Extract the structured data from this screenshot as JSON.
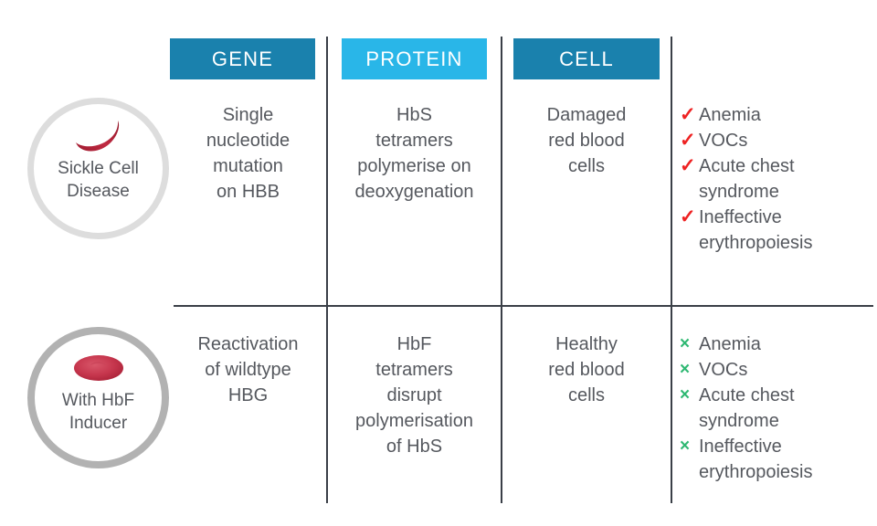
{
  "headers": [
    {
      "label": "GENE",
      "color": "#1a81ad"
    },
    {
      "label": "PROTEIN",
      "color": "#29b6e8"
    },
    {
      "label": "CELL",
      "color": "#1a81ad"
    }
  ],
  "rows": [
    {
      "id": "sickle-cell-disease",
      "circle_label": "Sickle Cell\nDisease",
      "circle_label_line1": "Sickle Cell",
      "circle_label_line2": "Disease",
      "icon": "sickle-red-blood-cell-icon",
      "ring_color": "#dddddd",
      "gene": "Single\nnucleotide\nmutation\non HBB",
      "protein": "HbS\ntetramers\npolymerise on\ndeoxygenation",
      "cell": "Damaged\nred blood\ncells",
      "outcome_mark": "✓",
      "outcome_mark_name": "check-icon",
      "outcome_mark_color": "#ee2222",
      "outcomes": [
        "Anemia",
        "VOCs",
        "Acute chest syndrome",
        "Ineffective erythropoiesis"
      ]
    },
    {
      "id": "with-hbf-inducer",
      "circle_label": "With HbF\nInducer",
      "circle_label_line1": "With HbF",
      "circle_label_line2": "Inducer",
      "icon": "healthy-red-blood-cell-icon",
      "ring_color": "#b2b2b2",
      "gene": "Reactivation\nof wildtype\nHBG",
      "protein": "HbF\ntetramers\ndisrupt\npolymerisation\nof HbS",
      "cell": "Healthy\nred blood\ncells",
      "outcome_mark": "×",
      "outcome_mark_name": "cross-icon",
      "outcome_mark_color": "#2eb872",
      "outcomes": [
        "Anemia",
        "VOCs",
        "Acute chest syndrome",
        "Ineffective erythropoiesis"
      ]
    }
  ],
  "colors": {
    "divider": "#3a3f47",
    "text": "#55585e",
    "background": "#ffffff",
    "blood_cell_red": "#b52139",
    "healthy_cell_red": "#c9394e"
  }
}
